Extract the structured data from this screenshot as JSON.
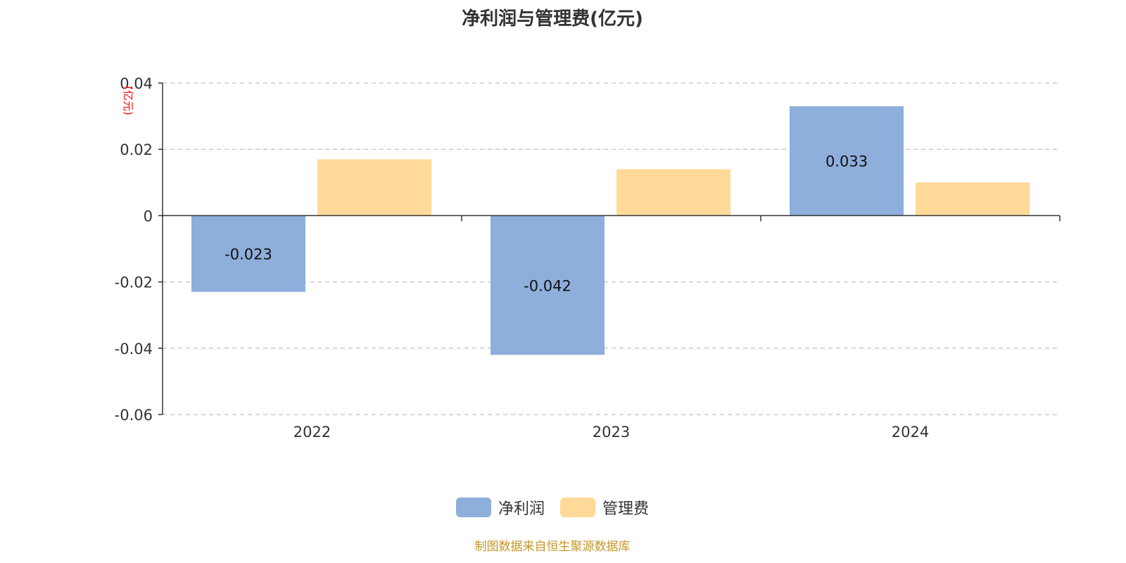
{
  "chart_data": {
    "type": "bar",
    "title": "净利润与管理费(亿元)",
    "ylabel": "(亿元)",
    "xlabel": "",
    "categories": [
      "2022",
      "2023",
      "2024"
    ],
    "series": [
      {
        "name": "净利润",
        "values": [
          -0.023,
          -0.042,
          0.033
        ],
        "color": "#8eaedb",
        "labels": [
          "-0.023",
          "-0.042",
          "0.033"
        ]
      },
      {
        "name": "管理费",
        "values": [
          0.017,
          0.014,
          0.01
        ],
        "color": "#ffd998"
      }
    ],
    "ylim": [
      -0.06,
      0.04
    ],
    "yticks": [
      0.04,
      0.02,
      0,
      -0.02,
      -0.04,
      -0.06
    ],
    "ytick_labels": [
      "0.04",
      "0.02",
      "0",
      "-0.02",
      "-0.04",
      "-0.06"
    ],
    "grid": true,
    "legend": "bottom-center"
  },
  "source": "制图数据来自恒生聚源数据库",
  "colors": {
    "source": "#c8962a",
    "ylabel": "#ff0000"
  }
}
